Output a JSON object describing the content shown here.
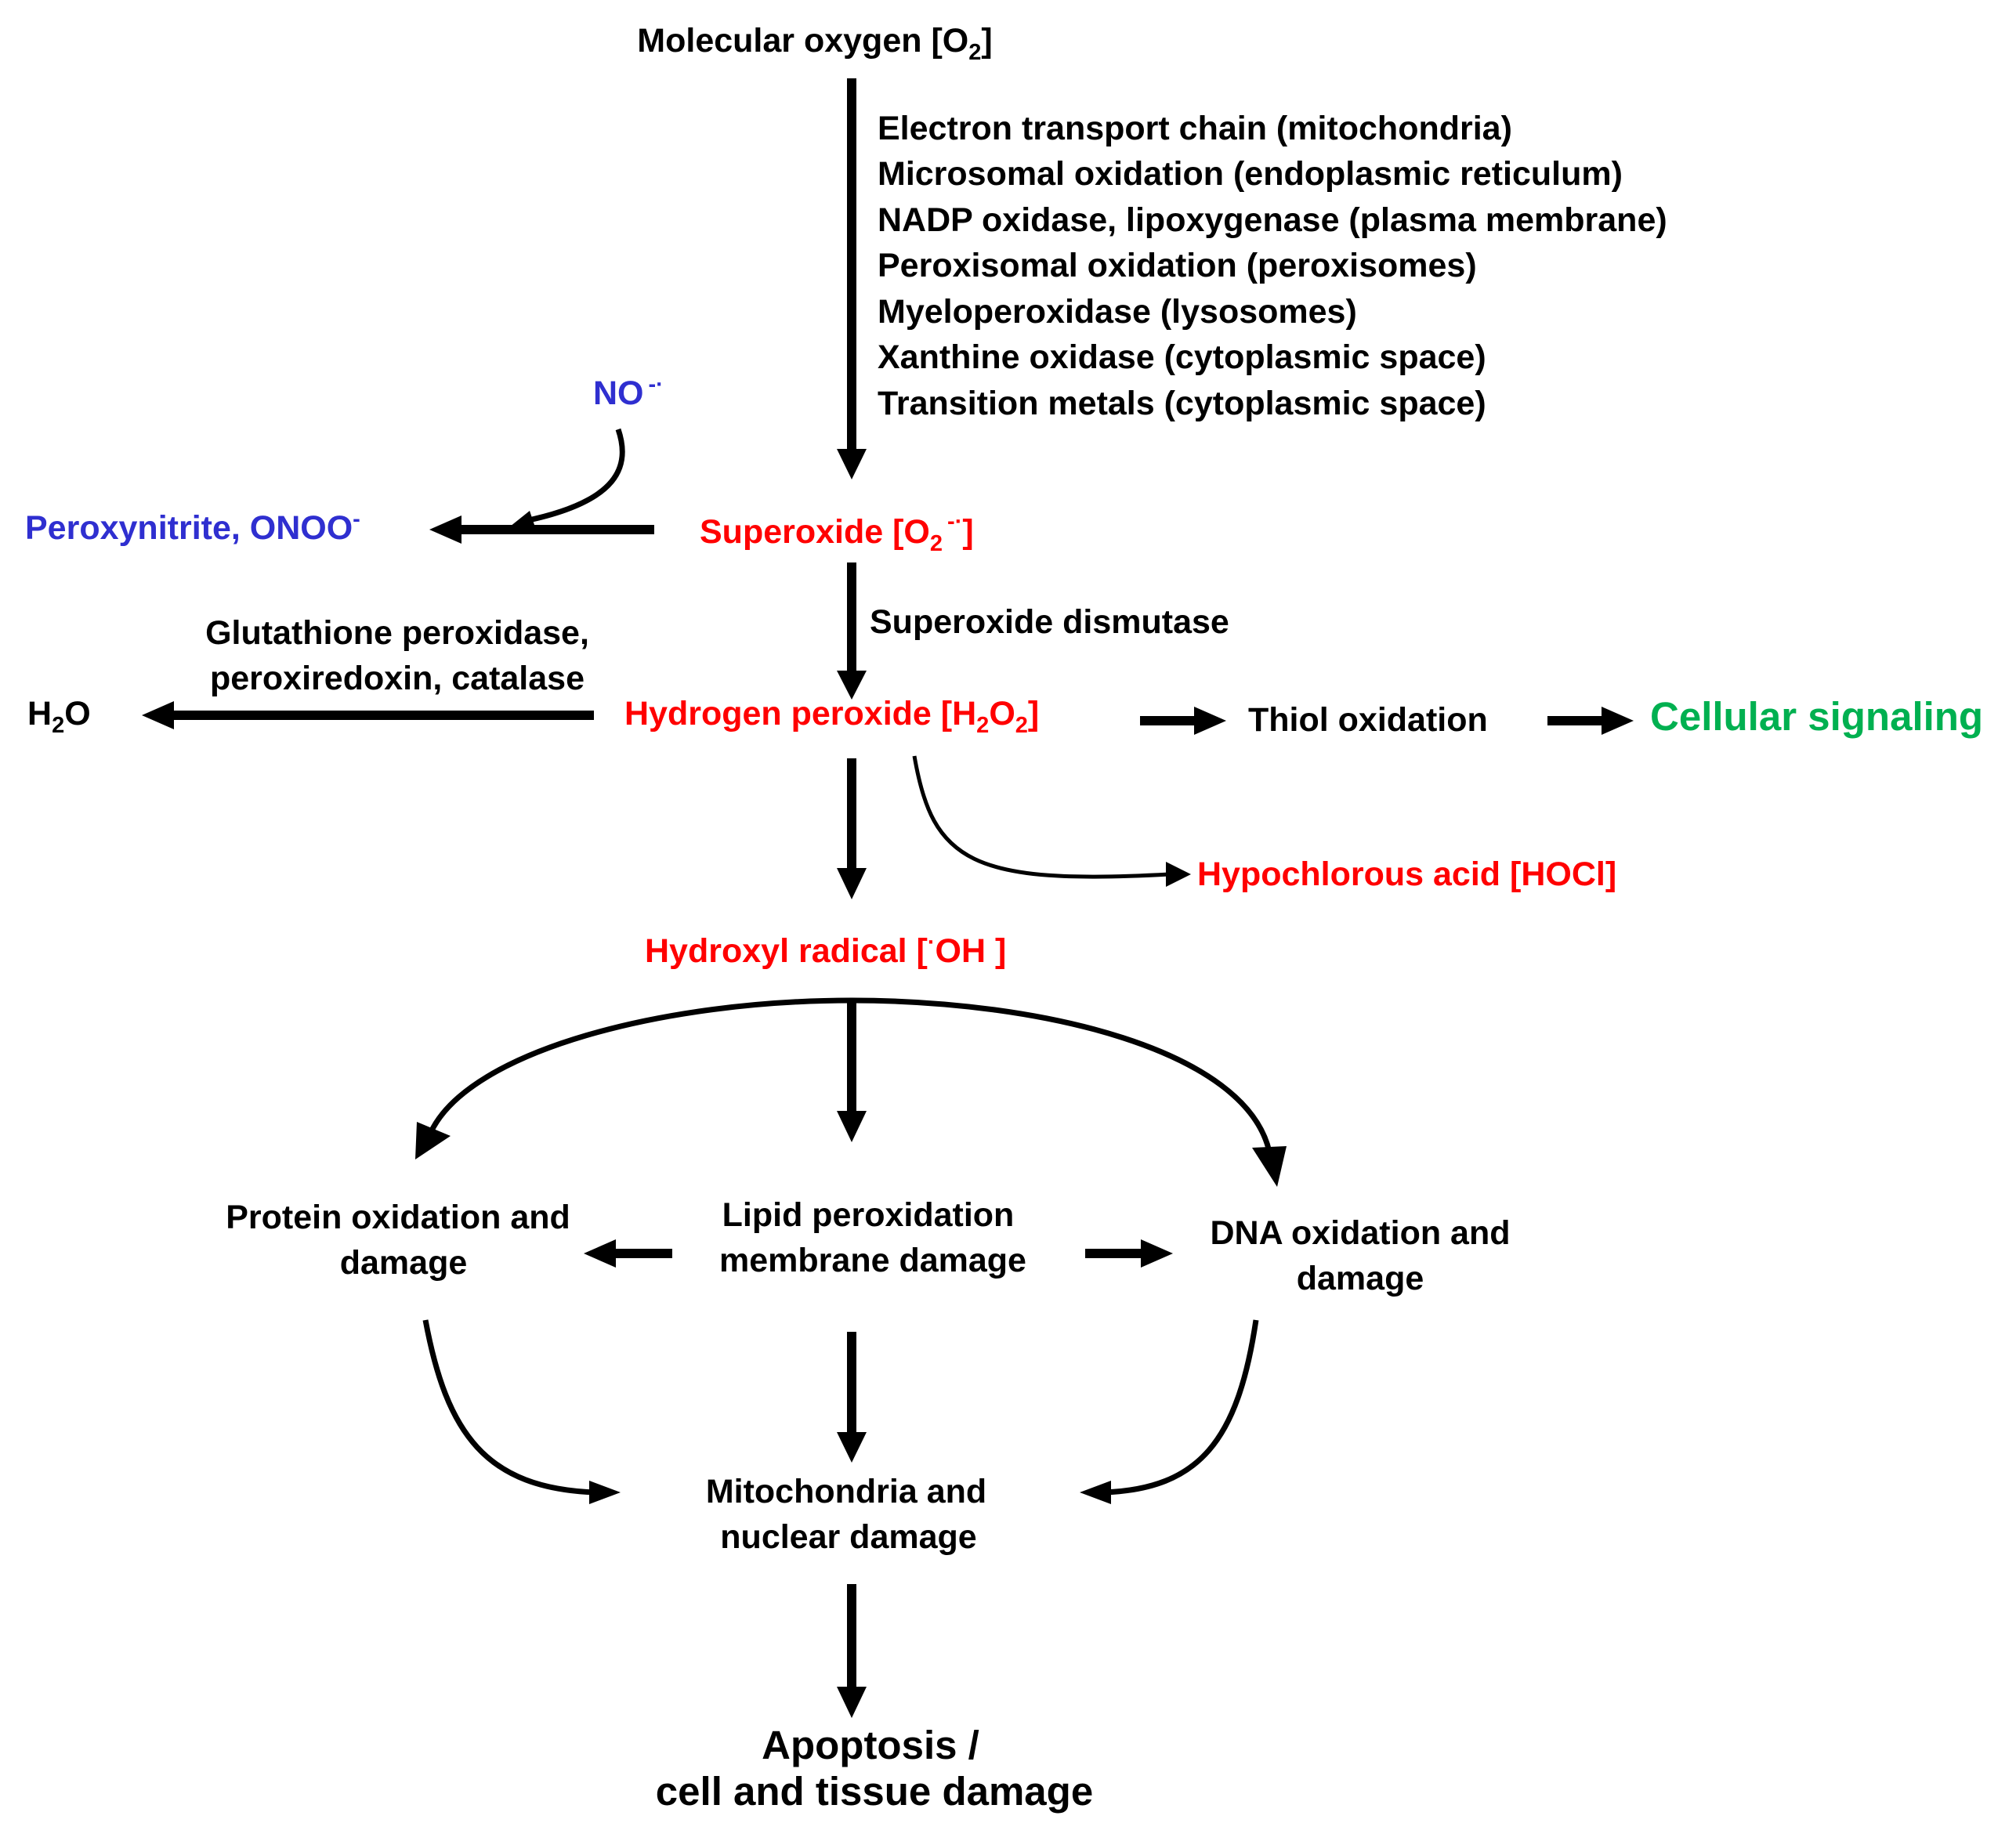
{
  "colors": {
    "default": "#000000",
    "ros": "#ff0000",
    "nitrogen_species": "#2f2fd0",
    "signaling": "#00b050"
  },
  "nodes": {
    "molecular_oxygen": {
      "prefix": "Molecular oxygen [O",
      "sub": "2",
      "suffix": "]"
    },
    "sources": [
      "Electron transport chain (mitochondria)",
      "Microsomal oxidation (endoplasmic reticulum)",
      "NADP oxidase, lipoxygenase (plasma membrane)",
      "Peroxisomal oxidation (peroxisomes)",
      "Myeloperoxidase (lysosomes)",
      "Xanthine oxidase (cytoplasmic space)",
      "Transition metals (cytoplasmic space)"
    ],
    "nitric_oxide": {
      "text": "NO",
      "sup": "-·"
    },
    "peroxynitrite": {
      "text": "Peroxynitrite, ONOO",
      "sup": "-"
    },
    "superoxide": {
      "prefix": "Superoxide [O",
      "sub": "2",
      "sup": "-·",
      "suffix": "]"
    },
    "superoxide_dismutase": "Superoxide dismutase",
    "peroxidases": [
      "Glutathione peroxidase,",
      "peroxiredoxin, catalase"
    ],
    "water": {
      "prefix": "H",
      "sub": "2",
      "suffix": "O"
    },
    "hydrogen_peroxide": {
      "prefix": "Hydrogen peroxide [H",
      "sub1": "2",
      "mid": "O",
      "sub2": "2",
      "suffix": "]"
    },
    "thiol_oxidation": "Thiol oxidation",
    "cellular_signaling": "Cellular signaling",
    "hypochlorous_acid": "Hypochlorous acid [HOCl]",
    "hydroxyl_radical": {
      "prefix": "Hydroxyl radical [",
      "sup": "·",
      "suffix": "OH ]"
    },
    "protein_damage": [
      "Protein oxidation and",
      "damage"
    ],
    "lipid_damage": [
      "Lipid peroxidation",
      "membrane damage"
    ],
    "dna_damage": [
      "DNA oxidation and",
      "damage"
    ],
    "organelle_damage": [
      "Mitochondria and",
      "nuclear damage"
    ],
    "apoptosis": [
      "Apoptosis /",
      "cell and tissue damage"
    ]
  }
}
